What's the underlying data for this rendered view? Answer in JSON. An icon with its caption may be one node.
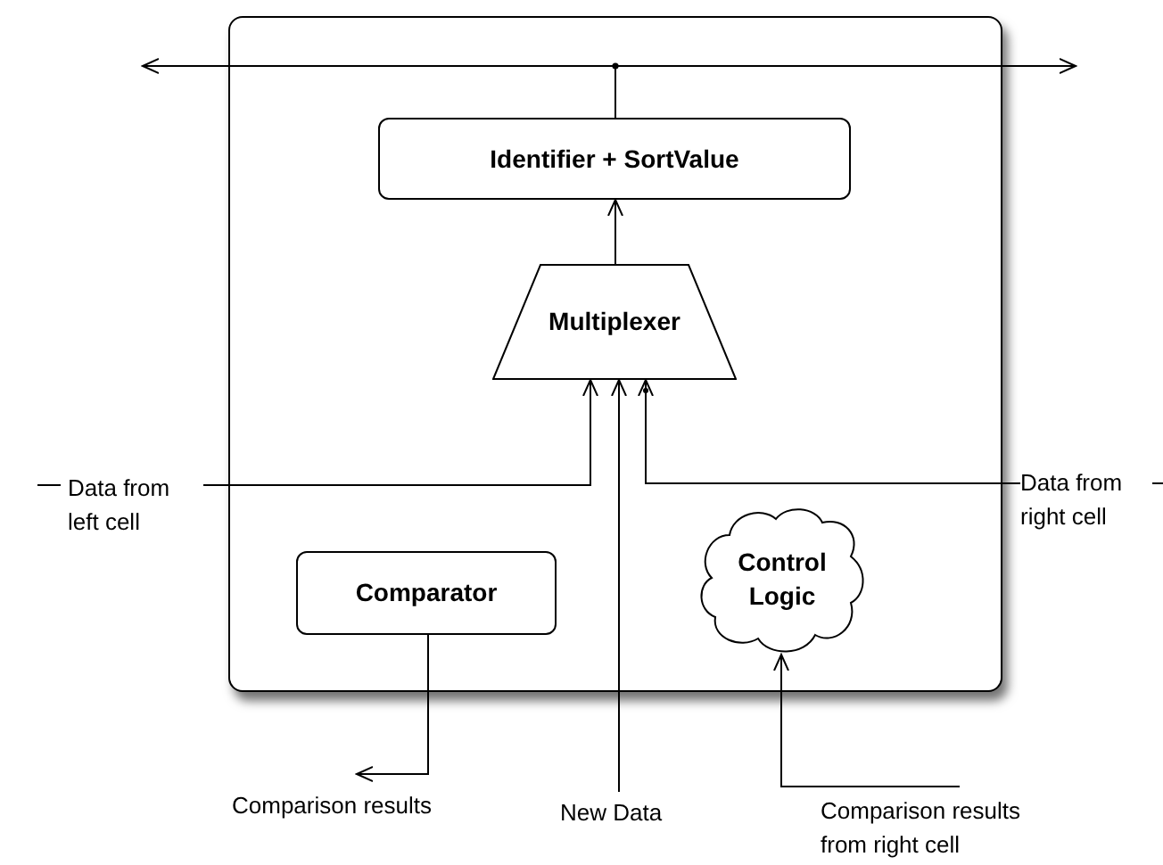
{
  "diagram": {
    "nodes": [
      {
        "text": [],
        "shape": "box"
      },
      {
        "text": [
          "Identifier + SortValue"
        ],
        "in": 0
      },
      {
        "text": [
          "Multiplexer"
        ],
        "in": 0
      },
      {
        "text": [
          "Comparator"
        ],
        "in": 0
      },
      {
        "text": [
          "Control Logic"
        ],
        "in": 0
      },
      {
        "text": [
          "Data from left cell"
        ]
      },
      {
        "text": [
          "Data from right cell"
        ]
      },
      {
        "text": [
          "Comparison results"
        ]
      },
      {
        "text": [
          "New Data"
        ]
      },
      {
        "text": [
          "Comparison results from right cell"
        ]
      }
    ],
    "edges": [
      {
        "from": 1,
        "to": null,
        "arrow": "to"
      },
      {
        "from": 1,
        "to": null,
        "arrow": "to"
      },
      {
        "from": 2,
        "to": 1,
        "arrow": "to"
      },
      {
        "from": 5,
        "to": 2,
        "arrow": "to"
      },
      {
        "from": 8,
        "to": 2,
        "arrow": "to"
      },
      {
        "from": 6,
        "to": 2,
        "arrow": "to"
      },
      {
        "from": 3,
        "to": 7,
        "arrow": "to"
      },
      {
        "from": 9,
        "to": 4,
        "arrow": "to"
      }
    ]
  }
}
